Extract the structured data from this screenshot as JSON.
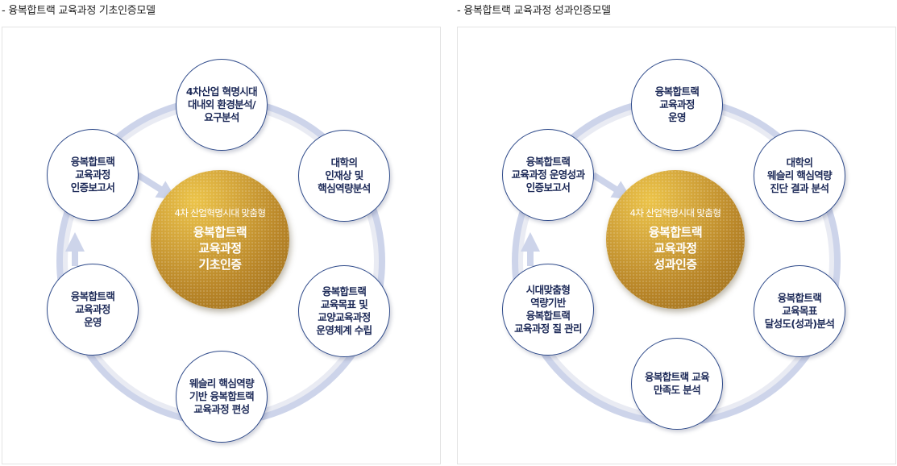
{
  "panels": [
    {
      "title": "- 융복합트랙 교육과정 기초인증모델",
      "center": {
        "subtitle": "4차 산업혁명시대 맞춤형",
        "title": "융복합트랙\n교육과정\n기초인증"
      },
      "nodes": [
        "4차산업 혁명시대\n대내외 환경분석/\n요구분석",
        "대학의\n인재상 및\n핵심역량분석",
        "융복합트랙\n교육목표 및\n교양교육과정\n운영체계 수립",
        "웨슬리 핵심역량\n기반 융복합트랙\n교육과정 편성",
        "융복합트랙\n교육과정\n운영",
        "융복합트랙\n교육과정\n인증보고서"
      ]
    },
    {
      "title": "- 융복합트랙 교육과정 성과인증모델",
      "center": {
        "subtitle": "4차 산업혁명시대 맞춤형",
        "title": "융복합트랙\n교육과정\n성과인증"
      },
      "nodes": [
        "융복합트랙\n교육과정\n운영",
        "대학의\n웨슬리 핵심역량\n진단 결과 분석",
        "융복합트랙\n교육목표\n달성도(성과)분석",
        "융복합트랙 교육\n만족도 분석",
        "시대맞춤형\n역량기반\n융복합트랙\n교육과정 질 관리",
        "융복합트랙\n교육과정 운영성과\n인증보고서"
      ]
    }
  ],
  "colors": {
    "ring": "#e9ebf3",
    "arrow": "#cdd4ea",
    "node_border": "#2e4a8a",
    "node_text": "#1d2a58",
    "center_gold": "#c08d2c"
  }
}
